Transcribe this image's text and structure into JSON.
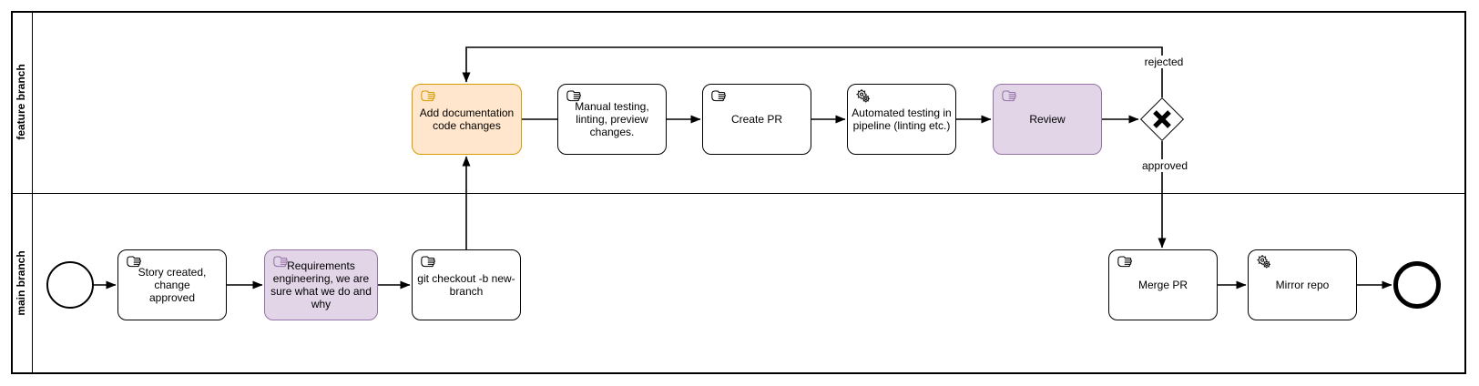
{
  "pool": {
    "lanes": {
      "feature": {
        "label": "feature branch"
      },
      "main": {
        "label": "main branch"
      }
    }
  },
  "nodes": {
    "story": {
      "label": "Story created, change\napproved",
      "task_type": "manual"
    },
    "requirements": {
      "label": "Requirements\nengineering, we are\nsure what we do and\nwhy",
      "task_type": "manual",
      "highlight": "purple"
    },
    "git_checkout": {
      "label": "git checkout -b new-\nbranch",
      "task_type": "manual"
    },
    "add_docs": {
      "label": "Add documentation\ncode changes",
      "task_type": "manual",
      "highlight": "orange"
    },
    "manual_testing": {
      "label": "Manual testing,\nlinting, preview\nchanges.",
      "task_type": "manual"
    },
    "create_pr": {
      "label": "Create PR",
      "task_type": "manual"
    },
    "automated_testing": {
      "label": "Automated testing in\npipeline (linting etc.)",
      "task_type": "service"
    },
    "review": {
      "label": "Review",
      "task_type": "manual",
      "highlight": "purple"
    },
    "merge_pr": {
      "label": "Merge PR",
      "task_type": "manual"
    },
    "mirror_repo": {
      "label": "Mirror repo",
      "task_type": "service"
    },
    "start_event": {
      "type": "start-event"
    },
    "end_event": {
      "type": "end-event"
    },
    "gateway": {
      "type": "exclusive-gateway-x"
    }
  },
  "edge_labels": {
    "rejected": "rejected",
    "approved": "approved"
  },
  "icons": {
    "manual_task": "hand-icon",
    "service_task": "gear-icon",
    "gateway_marker": "x-cross-icon"
  },
  "colors": {
    "task_fill": "#ffffff",
    "task_border": "#000000",
    "orange_fill": "#ffe6cc",
    "orange_border": "#d79b00",
    "purple_fill": "#e1d5e7",
    "purple_border": "#9673a6",
    "line": "#000000",
    "background": "#ffffff"
  }
}
